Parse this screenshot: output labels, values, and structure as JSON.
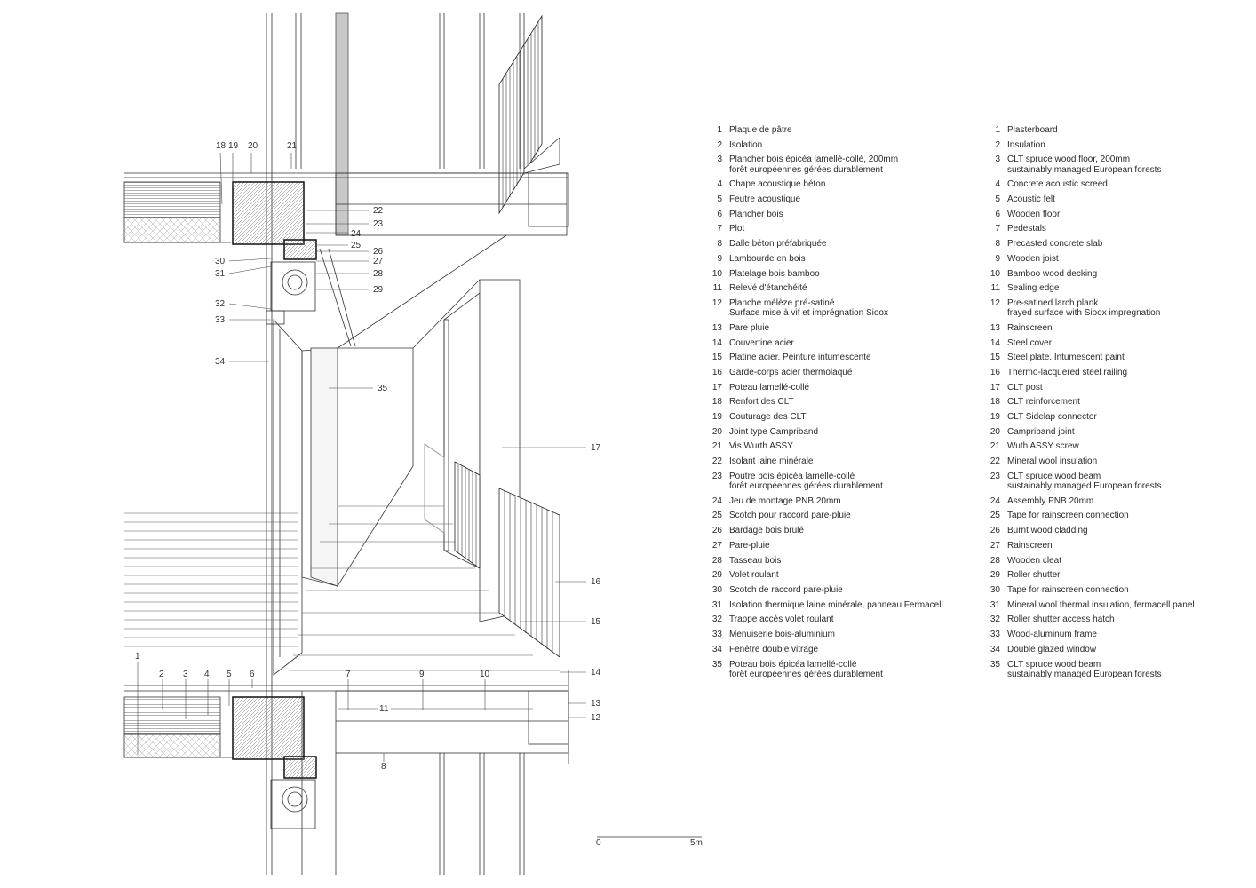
{
  "callouts": [
    "1",
    "2",
    "3",
    "4",
    "5",
    "6",
    "7",
    "8",
    "9",
    "10",
    "11",
    "12",
    "13",
    "14",
    "15",
    "16",
    "17",
    "18",
    "19",
    "20",
    "21",
    "22",
    "23",
    "24",
    "25",
    "26",
    "27",
    "28",
    "29",
    "30",
    "31",
    "32",
    "33",
    "34",
    "35"
  ],
  "legend_fr": [
    {
      "num": "1",
      "text": "Plaque de pâtre"
    },
    {
      "num": "2",
      "text": "Isolation"
    },
    {
      "num": "3",
      "text": "Plancher bois épicéa lamellé-collé, 200mm\nforêt européennes gérées durablement"
    },
    {
      "num": "4",
      "text": "Chape acoustique béton"
    },
    {
      "num": "5",
      "text": "Feutre acoustique"
    },
    {
      "num": "6",
      "text": "Plancher bois"
    },
    {
      "num": "7",
      "text": "Plot"
    },
    {
      "num": "8",
      "text": "Dalle béton préfabriquée"
    },
    {
      "num": "9",
      "text": "Lambourde en bois"
    },
    {
      "num": "10",
      "text": "Platelage bois bamboo"
    },
    {
      "num": "11",
      "text": "Relevé d'étanchéité"
    },
    {
      "num": "12",
      "text": "Planche mélèze pré-satiné\nSurface mise à vif et imprégnation Sioox"
    },
    {
      "num": "13",
      "text": "Pare pluie"
    },
    {
      "num": "14",
      "text": "Couvertine acier"
    },
    {
      "num": "15",
      "text": "Platine acier. Peinture intumescente"
    },
    {
      "num": "16",
      "text": "Garde-corps acier thermolaqué"
    },
    {
      "num": "17",
      "text": "Poteau lamellé-collé"
    },
    {
      "num": "18",
      "text": "Renfort des CLT"
    },
    {
      "num": "19",
      "text": "Couturage des CLT"
    },
    {
      "num": "20",
      "text": "Joint type Campriband"
    },
    {
      "num": "21",
      "text": "Vis Wurth ASSY"
    },
    {
      "num": "22",
      "text": "Isolant laine minérale"
    },
    {
      "num": "23",
      "text": "Poutre bois épicéa lamellé-collé\nforêt européennes gérées durablement"
    },
    {
      "num": "24",
      "text": "Jeu de montage PNB 20mm"
    },
    {
      "num": "25",
      "text": "Scotch pour raccord pare-pluie"
    },
    {
      "num": "26",
      "text": "Bardage bois brulé"
    },
    {
      "num": "27",
      "text": "Pare-pluie"
    },
    {
      "num": "28",
      "text": "Tasseau bois"
    },
    {
      "num": "29",
      "text": "Volet roulant"
    },
    {
      "num": "30",
      "text": "Scotch de raccord pare-pluie"
    },
    {
      "num": "31",
      "text": "Isolation thermique laine minérale, panneau Fermacell"
    },
    {
      "num": "32",
      "text": "Trappe accès volet roulant"
    },
    {
      "num": "33",
      "text": "Menuiserie bois-aluminium"
    },
    {
      "num": "34",
      "text": "Fenêtre double vitrage"
    },
    {
      "num": "35",
      "text": "Poteau bois épicéa lamellé-collé\nforêt européennes gérées durablement"
    }
  ],
  "legend_en": [
    {
      "num": "1",
      "text": "Plasterboard"
    },
    {
      "num": "2",
      "text": "Insulation"
    },
    {
      "num": "3",
      "text": "CLT spruce wood floor, 200mm\nsustainably managed European forests"
    },
    {
      "num": "4",
      "text": "Concrete acoustic screed"
    },
    {
      "num": "5",
      "text": "Acoustic felt"
    },
    {
      "num": "6",
      "text": "Wooden floor"
    },
    {
      "num": "7",
      "text": "Pedestals"
    },
    {
      "num": "8",
      "text": "Precasted concrete slab"
    },
    {
      "num": "9",
      "text": "Wooden joist"
    },
    {
      "num": "10",
      "text": "Bamboo wood decking"
    },
    {
      "num": "11",
      "text": "Sealing edge"
    },
    {
      "num": "12",
      "text": "Pre-satined larch plank\nfrayed surface with Sioox impregnation"
    },
    {
      "num": "13",
      "text": "Rainscreen"
    },
    {
      "num": "14",
      "text": "Steel cover"
    },
    {
      "num": "15",
      "text": "Steel plate. Intumescent paint"
    },
    {
      "num": "16",
      "text": "Thermo-lacquered steel railing"
    },
    {
      "num": "17",
      "text": "CLT post"
    },
    {
      "num": "18",
      "text": "CLT reinforcement"
    },
    {
      "num": "19",
      "text": "CLT Sidelap connector"
    },
    {
      "num": "20",
      "text": "Campriband joint"
    },
    {
      "num": "21",
      "text": "Wuth ASSY screw"
    },
    {
      "num": "22",
      "text": "Mineral wool insulation"
    },
    {
      "num": "23",
      "text": "CLT spruce wood beam\nsustainably managed European forests"
    },
    {
      "num": "24",
      "text": "Assembly PNB 20mm"
    },
    {
      "num": "25",
      "text": "Tape for rainscreen connection"
    },
    {
      "num": "26",
      "text": "Burnt wood cladding"
    },
    {
      "num": "27",
      "text": "Rainscreen"
    },
    {
      "num": "28",
      "text": "Wooden cleat"
    },
    {
      "num": "29",
      "text": "Roller shutter"
    },
    {
      "num": "30",
      "text": "Tape for rainscreen connection"
    },
    {
      "num": "31",
      "text": "Mineral wool thermal insulation, fermacell panel"
    },
    {
      "num": "32",
      "text": "Roller shutter access hatch"
    },
    {
      "num": "33",
      "text": "Wood-aluminum frame"
    },
    {
      "num": "34",
      "text": "Double glazed window"
    },
    {
      "num": "35",
      "text": "CLT spruce wood beam\nsustainably managed European forests"
    }
  ],
  "scale_bar": {
    "start": "0",
    "end": "5m"
  }
}
